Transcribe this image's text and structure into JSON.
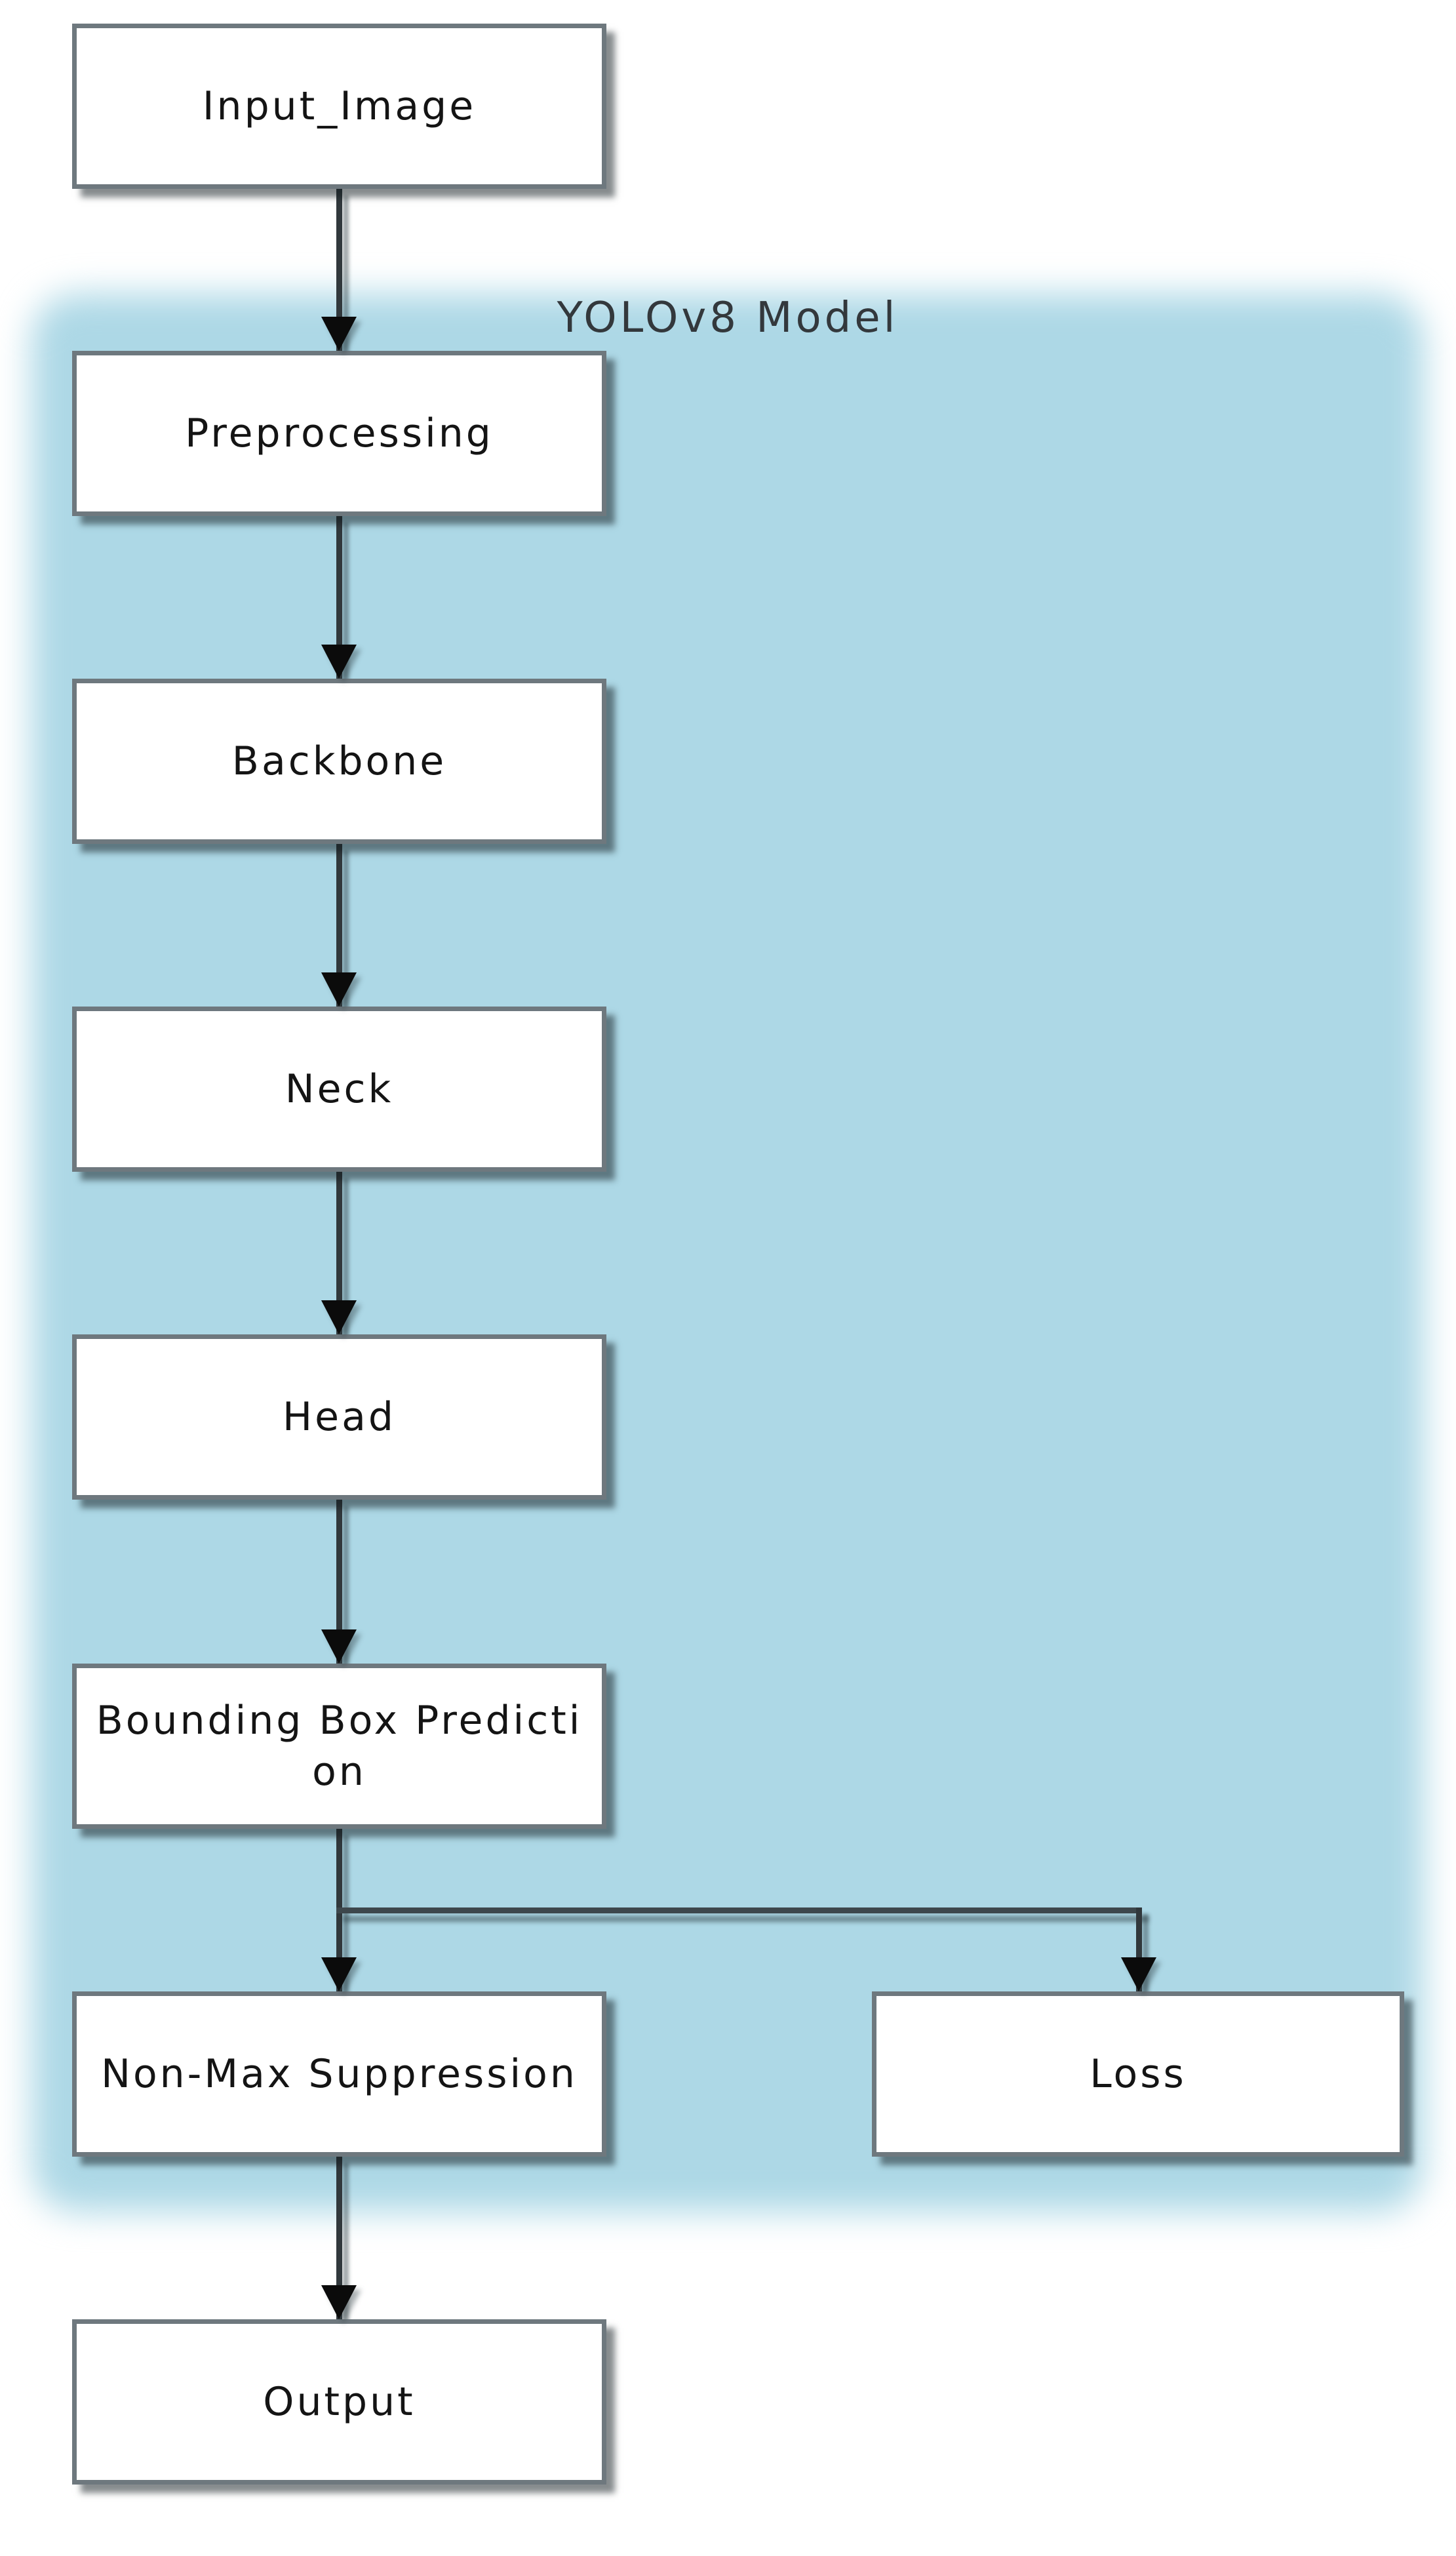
{
  "diagram": {
    "container_label": "YOLOv8 Model",
    "nodes": {
      "input_image": {
        "label": "Input_Image"
      },
      "preprocessing": {
        "label": "Preprocessing"
      },
      "backbone": {
        "label": "Backbone"
      },
      "neck": {
        "label": "Neck"
      },
      "head": {
        "label": "Head"
      },
      "bounding_box_prediction": {
        "label": "Bounding Box Prediction",
        "line1": "Bounding Box Predicti",
        "line2": "on"
      },
      "non_max_suppression": {
        "label": "Non-Max Suppression"
      },
      "loss": {
        "label": "Loss"
      },
      "output": {
        "label": "Output"
      }
    },
    "edges": [
      {
        "from": "Input_Image",
        "to": "Preprocessing"
      },
      {
        "from": "Preprocessing",
        "to": "Backbone"
      },
      {
        "from": "Backbone",
        "to": "Neck"
      },
      {
        "from": "Neck",
        "to": "Head"
      },
      {
        "from": "Head",
        "to": "Bounding Box Prediction"
      },
      {
        "from": "Bounding Box Prediction",
        "to": "Non-Max Suppression"
      },
      {
        "from": "Bounding Box Prediction",
        "to": "Loss"
      },
      {
        "from": "Non-Max Suppression",
        "to": "Output"
      }
    ],
    "colors": {
      "page_background": "#FFFFFF",
      "container_fill": "#ADD8E6",
      "node_fill": "#FFFFFF",
      "node_border": "#6E787E",
      "connector": "#31383C",
      "arrowhead": "#0B0B0B",
      "node_text": "#141414",
      "container_label_text": "#33383C"
    }
  }
}
